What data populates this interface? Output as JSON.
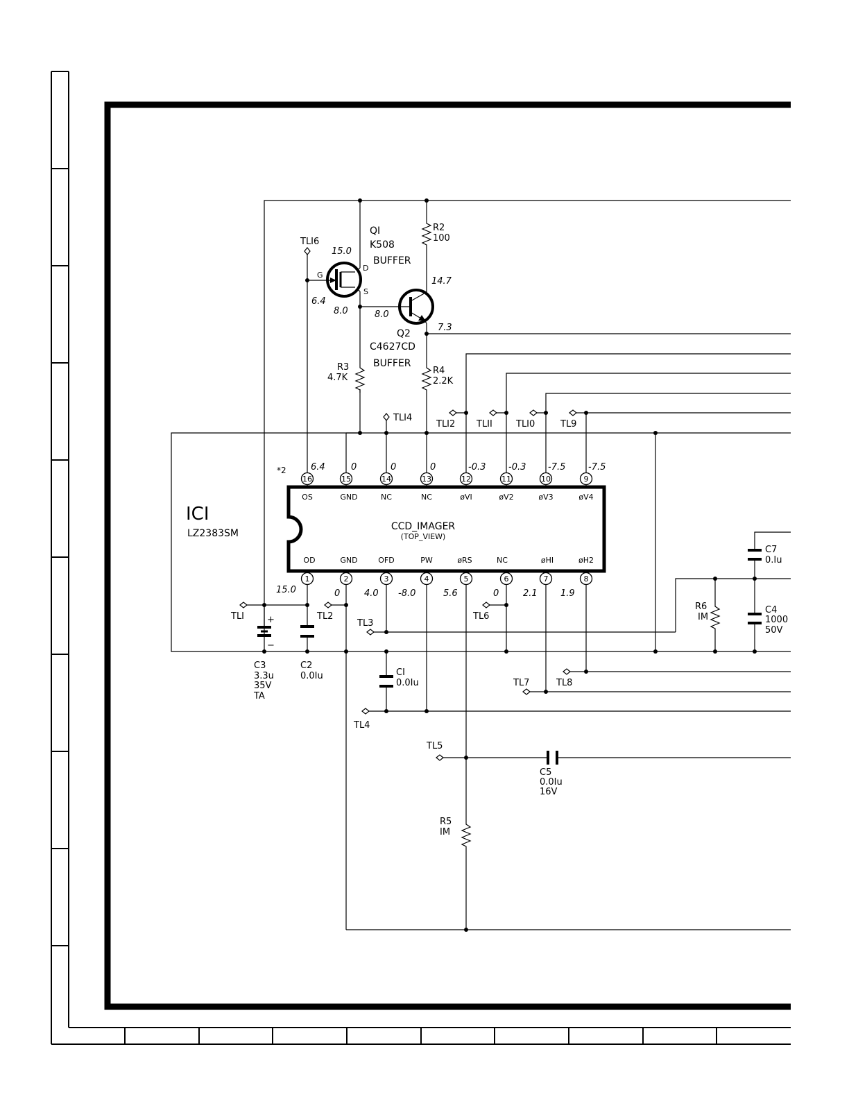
{
  "ic": {
    "ref": "ICI",
    "part": "LZ2383SM",
    "title": "CCD_IMAGER",
    "subtitle": "(TOP_VIEW)",
    "note": "*2",
    "top_pins": [
      {
        "num": "16",
        "name": "OS",
        "volt": "6.4"
      },
      {
        "num": "15",
        "name": "GND",
        "volt": "0"
      },
      {
        "num": "14",
        "name": "NC",
        "volt": "0"
      },
      {
        "num": "13",
        "name": "NC",
        "volt": "0"
      },
      {
        "num": "12",
        "name": "øVI",
        "volt": "-0.3"
      },
      {
        "num": "11",
        "name": "øV2",
        "volt": "-0.3"
      },
      {
        "num": "10",
        "name": "øV3",
        "volt": "-7.5"
      },
      {
        "num": "9",
        "name": "øV4",
        "volt": "-7.5"
      }
    ],
    "bottom_pins": [
      {
        "num": "1",
        "name": "OD",
        "volt": "15.0"
      },
      {
        "num": "2",
        "name": "GND",
        "volt": "0"
      },
      {
        "num": "3",
        "name": "OFD",
        "volt": "4.0"
      },
      {
        "num": "4",
        "name": "PW",
        "volt": "-8.0"
      },
      {
        "num": "5",
        "name": "øRS",
        "volt": "5.6"
      },
      {
        "num": "6",
        "name": "NC",
        "volt": "0"
      },
      {
        "num": "7",
        "name": "øHI",
        "volt": "2.1"
      },
      {
        "num": "8",
        "name": "øH2",
        "volt": "1.9"
      }
    ]
  },
  "q1": {
    "ref": "QI",
    "part": "K508",
    "role": "BUFFER",
    "g": "G",
    "d": "D",
    "s": "S",
    "v_d": "15.0",
    "v_g": "6.4",
    "v_s": "8.0"
  },
  "q2": {
    "ref": "Q2",
    "part": "C4627CD",
    "role": "BUFFER",
    "v_b": "8.0",
    "v_c": "14.7",
    "v_e": "7.3"
  },
  "resistors": {
    "r2": {
      "ref": "R2",
      "val": "100"
    },
    "r3": {
      "ref": "R3",
      "val": "4.7K"
    },
    "r4": {
      "ref": "R4",
      "val": "2.2K"
    },
    "r5": {
      "ref": "R5",
      "val": "IM"
    },
    "r6": {
      "ref": "R6",
      "val": "IM"
    }
  },
  "capacitors": {
    "c1": {
      "ref": "CI",
      "val": "0.0Iu"
    },
    "c2": {
      "ref": "C2",
      "val": "0.0Iu"
    },
    "c3": {
      "ref": "C3",
      "val": "3.3u",
      "volt": "35V",
      "type": "TA"
    },
    "c4": {
      "ref": "C4",
      "val": "1000",
      "volt": "50V"
    },
    "c5": {
      "ref": "C5",
      "val": "0.0Iu",
      "volt": "16V"
    },
    "c7": {
      "ref": "C7",
      "val": "0.Iu"
    }
  },
  "test_points": {
    "tl1": "TLI",
    "tl2": "TL2",
    "tl3": "TL3",
    "tl4": "TL4",
    "tl5": "TL5",
    "tl6": "TL6",
    "tl7": "TL7",
    "tl8": "TL8",
    "tl9": "TL9",
    "tl10": "TLI0",
    "tl11": "TLII",
    "tl12": "TLI2",
    "tl14": "TLI4",
    "tl16": "TLI6"
  },
  "polarity": {
    "plus": "+",
    "minus": "−"
  }
}
